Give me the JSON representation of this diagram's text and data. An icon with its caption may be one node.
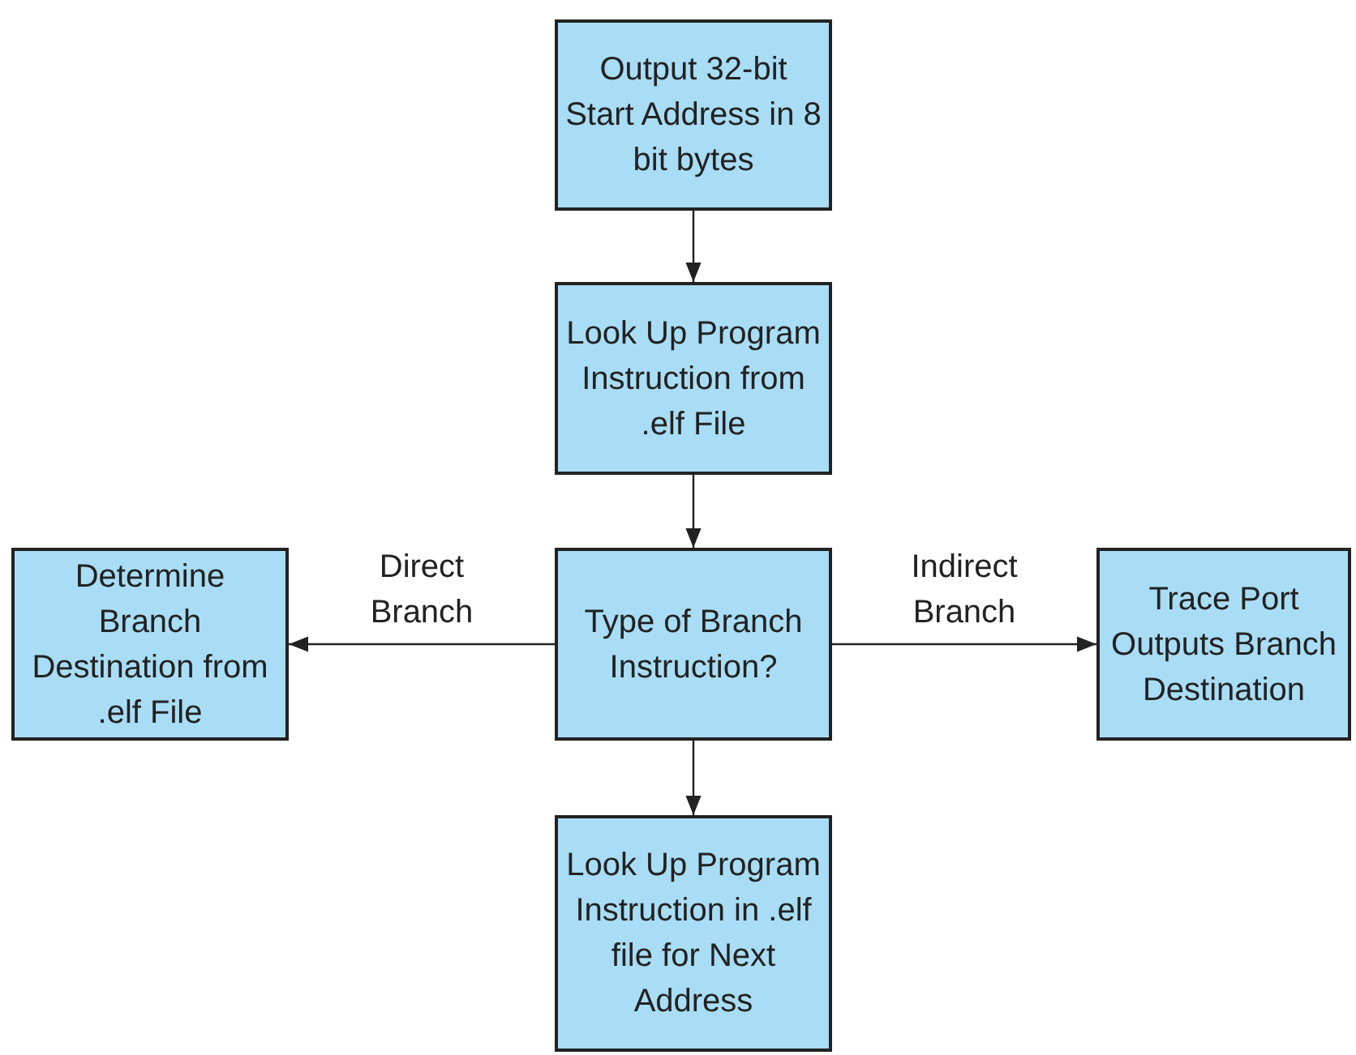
{
  "diagram": {
    "nodes": [
      {
        "text": [
          "Output 32-bit Start Address in 8 bit bytes"
        ]
      },
      {
        "text": [
          "Look Up Program Instruction from .elf File"
        ]
      },
      {
        "text": [
          "Type of Branch Instruction?"
        ]
      },
      {
        "text": [
          "Determine Branch Destination from .elf File"
        ]
      },
      {
        "text": [
          "Trace Port Outputs Branch Destination"
        ]
      },
      {
        "text": [
          "Look Up Program Instruction in .elf file for Next Address"
        ]
      }
    ],
    "edges": [
      {
        "from": 0,
        "to": 1,
        "arrow": "to"
      },
      {
        "from": 1,
        "to": 2,
        "arrow": "to"
      },
      {
        "from": 2,
        "to": 3,
        "label": "Direct Branch",
        "arrow": "to"
      },
      {
        "from": 2,
        "to": 4,
        "label": "Indirect Branch",
        "arrow": "to"
      },
      {
        "from": 2,
        "to": 5,
        "arrow": "to"
      }
    ]
  }
}
